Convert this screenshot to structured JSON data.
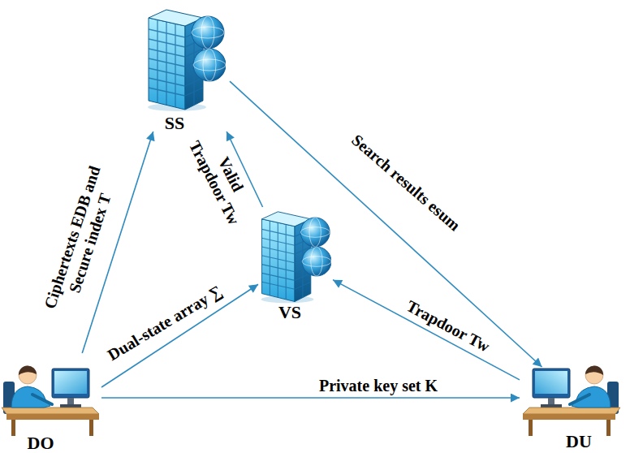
{
  "diagram": {
    "nodes": [
      {
        "text": [
          "SS"
        ]
      },
      {
        "text": [
          "VS"
        ]
      },
      {
        "text": [
          "DO"
        ]
      },
      {
        "text": [
          "DU"
        ]
      }
    ],
    "edges": [
      {
        "from": 2,
        "to": 0,
        "arrow": "to",
        "label": "Ciphertexts EDB and Secure index T"
      },
      {
        "from": 1,
        "to": 0,
        "arrow": "to",
        "label": "Valid Trapdoor Tw"
      },
      {
        "from": 0,
        "to": 3,
        "arrow": "to",
        "label": "Search results esum"
      },
      {
        "from": 2,
        "to": 1,
        "arrow": "to",
        "label": "Dual-state array ∑"
      },
      {
        "from": 3,
        "to": 1,
        "arrow": "to",
        "label": "Trapdoor Tw"
      },
      {
        "from": 2,
        "to": 3,
        "arrow": "to",
        "label": "Private key set K"
      }
    ]
  }
}
